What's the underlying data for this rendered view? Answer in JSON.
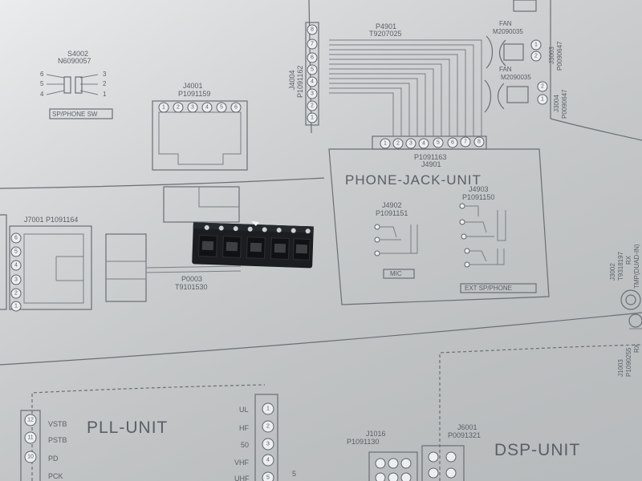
{
  "scene": {
    "description_colors": {
      "paper": "#dfe1e2",
      "ink": "#5a5f66",
      "tape": "#1b1d20",
      "chip": "#3d4042"
    }
  },
  "labels": {
    "s4002_ref": "S4002",
    "s4002_part": "N6090057",
    "sw_label": "SP/PHONE SW",
    "sw_pins": [
      "6",
      "5",
      "4",
      "3",
      "2",
      "1"
    ],
    "j4001_ref": "J4001",
    "j4001_part": "P1091159",
    "j4001_pins": [
      "1",
      "2",
      "3",
      "4",
      "5",
      "6"
    ],
    "j4004_ref": "J4004",
    "j4004_part": "P1091162",
    "j4004_pins": [
      "1",
      "2",
      "3",
      "4",
      "5",
      "6",
      "7",
      "8"
    ],
    "p4901_ref": "P4901",
    "p4901_part": "T9207025",
    "j4901_part": "P1091163",
    "j4901_ref": "J4901",
    "j4901_pins": [
      "1",
      "2",
      "3",
      "4",
      "5",
      "6",
      "7",
      "8"
    ],
    "fan1": "FAN",
    "fan1_part": "M2090035",
    "fan2": "FAN",
    "fan2_part": "M2090035",
    "j3003": "J3003",
    "j3003_part": "P0090647",
    "j3004": "J3004",
    "j3004_part": "P0090647",
    "fan_pins": [
      "1",
      "2"
    ],
    "phone_jack_unit": "PHONE-JACK-UNIT",
    "j4902_ref": "J4902",
    "j4902_part": "P1091151",
    "j4903_ref": "J4903",
    "j4903_part": "P1091150",
    "mic_label": "MIC",
    "ext_label": "EXT SP/PHONE",
    "j7001": "J7001 P1091164",
    "j7001_pins": [
      "1",
      "2",
      "3",
      "4",
      "5",
      "6"
    ],
    "p0003_ref": "P0003",
    "p0003_part": "T9101530",
    "pll_unit": "PLL-UNIT",
    "pll_left_pins": [
      "12",
      "11",
      "10"
    ],
    "pll_left_signals": [
      "VSTB",
      "PSTB",
      "PD",
      "PCK"
    ],
    "pll_right_signals": [
      "UL",
      "HF",
      "50",
      "VHF",
      "UHF"
    ],
    "pll_right_pins": [
      "1",
      "2",
      "3",
      "4",
      "5"
    ],
    "pll_right_extra": "5",
    "j1016_ref": "J1016",
    "j1016_part": "P1091130",
    "j6001_ref": "J6001",
    "j6001_part": "P0091321",
    "dsp_unit": "DSP-UNIT",
    "j3002_ref": "J3002",
    "j3002_part": "T9318197",
    "j3002_sig": "RX",
    "j3002_sig2": "TMP(DUAD-IN)",
    "j1003_ref": "J1003",
    "j1003_part": "P1090255",
    "j1003_sig": "RX"
  }
}
